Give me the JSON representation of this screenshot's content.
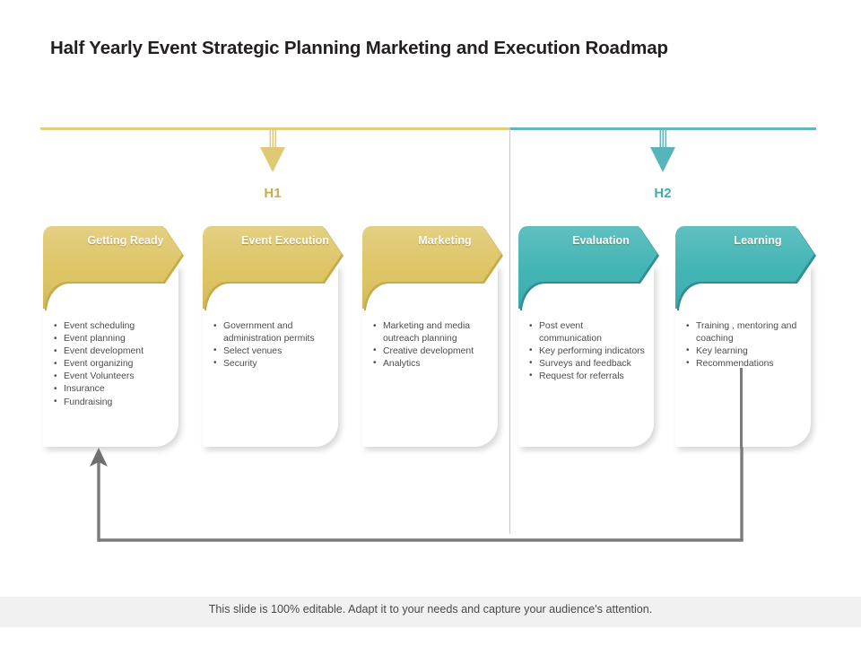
{
  "page_title": "Half Yearly Event Strategic Planning Marketing and Execution Roadmap",
  "colors": {
    "gold": "#ddc362",
    "gold_dark": "#c6ab46",
    "gold_rule": "#e2cd7e",
    "gold_label": "#c6ad4e",
    "teal": "#3eb2b2",
    "teal_dark": "#2f8e94",
    "teal_rule": "#68b3c0",
    "teal_label": "#3eacac",
    "loop_gray": "#7b7b7b",
    "divider_gray": "#c9c9c9",
    "title_text": "#231f20",
    "body_text": "#4c4c4c",
    "footer_bg": "#f1f1f1",
    "footer_text": "#4a4a4a"
  },
  "phases": [
    {
      "label": "H1",
      "arrow": "arrow-down-icon",
      "accent": "#c6ad4e"
    },
    {
      "label": "H2",
      "arrow": "arrow-down-icon",
      "accent": "#3eacac"
    }
  ],
  "cards": [
    {
      "title": "Getting Ready",
      "accent": "gold",
      "items": [
        "Event scheduling",
        "Event planning",
        "Event development",
        "Event organizing",
        "Event Volunteers",
        "Insurance",
        "Fundraising"
      ]
    },
    {
      "title": "Event Execution",
      "accent": "gold",
      "items": [
        "Government and administration permits",
        "Select venues",
        "Security"
      ]
    },
    {
      "title": "Marketing",
      "accent": "gold",
      "items": [
        "Marketing and media outreach planning",
        "Creative development",
        "Analytics"
      ]
    },
    {
      "title": "Evaluation",
      "accent": "teal",
      "items": [
        "Post event communication",
        "Key performing indicators",
        "Surveys and feedback",
        "Request for referrals"
      ]
    },
    {
      "title": "Learning",
      "accent": "teal",
      "items": [
        "Training , mentoring and coaching",
        "Key learning",
        "Recommendations"
      ]
    }
  ],
  "feedback_loop": {
    "name": "feedback-loop-arrow",
    "from_card": "Learning",
    "to_card": "Getting Ready"
  },
  "footer": {
    "text": "This slide is 100% editable. Adapt it to your needs and capture your audience's attention."
  }
}
